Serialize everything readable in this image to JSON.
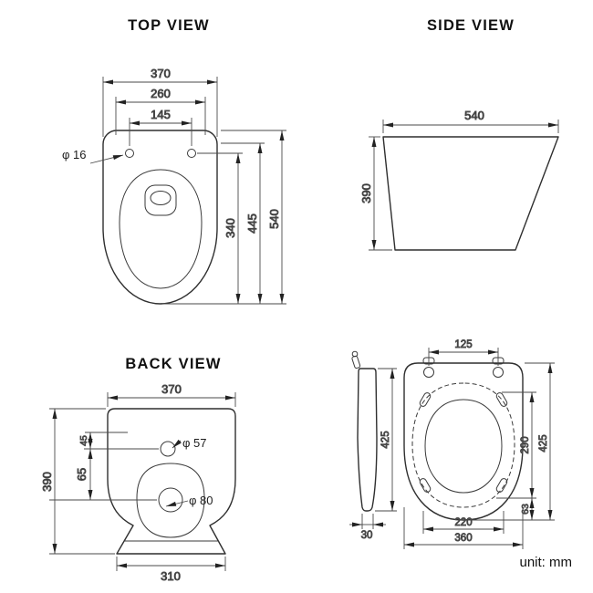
{
  "titles": {
    "top_view": "TOP VIEW",
    "side_view": "SIDE VIEW",
    "back_view": "BACK VIEW"
  },
  "unit_note": "unit: mm",
  "top_view": {
    "width": "370",
    "tank_width": "260",
    "hinge_span": "145",
    "hinge_hole_dia": "φ 16",
    "bowl_depth": "340",
    "seat_depth": "445",
    "total_depth": "540"
  },
  "side_view": {
    "depth": "540",
    "height": "390"
  },
  "back_view": {
    "width": "370",
    "offset_top": "45",
    "inlet_dia": "φ 57",
    "hole_gap": "65",
    "height": "390",
    "outlet_dia": "φ 80",
    "base_width": "310"
  },
  "seat_view": {
    "hinge_span": "125",
    "side_length": "425",
    "ring_depth": "290",
    "length": "425",
    "tail": "63",
    "inner_width": "220",
    "width": "360",
    "thickness": "30"
  }
}
